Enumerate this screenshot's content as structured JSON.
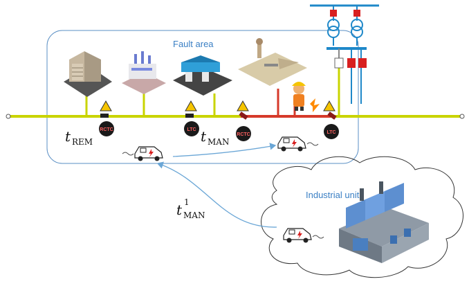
{
  "labels": {
    "fault_area": "Fault area",
    "industrial_unit": "Industrial unit",
    "t_rem": {
      "base": "t",
      "sub": "REM"
    },
    "t_man": {
      "base": "t",
      "sub": "MAN"
    },
    "t_man1": {
      "base": "t",
      "sup": "1",
      "sub": "MAN"
    }
  },
  "badges": {
    "rctc_left": "RCTC",
    "ltc_mid": "LTC",
    "rctc_right": "RCTC",
    "ltc_right": "LTC"
  },
  "colors": {
    "feeder_line": "#c9d400",
    "faulted_section": "#d63a2a",
    "fault_area_border": "#5a8fc4",
    "travel_arrow": "#6aa6d6",
    "substation_blue": "#1e88c9",
    "breaker_red": "#d82020"
  },
  "icons": [
    "building-icon",
    "factory-icon",
    "gas-station-icon",
    "airport-icon",
    "worker-icon",
    "car-icon",
    "warning-icon",
    "transformer-icon"
  ]
}
